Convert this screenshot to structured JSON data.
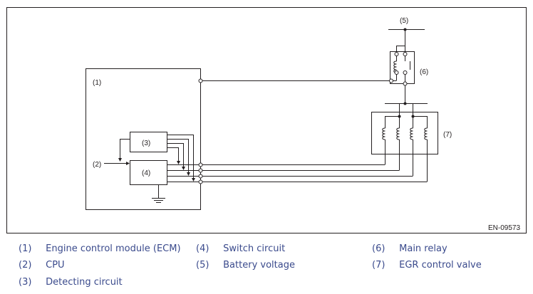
{
  "diagram": {
    "figure_id": "EN-09573",
    "callouts": {
      "ecm": "(1)",
      "cpu": "(2)",
      "detecting": "(3)",
      "switch": "(4)",
      "battery": "(5)",
      "relay": "(6)",
      "egr": "(7)"
    }
  },
  "legend": [
    {
      "num": "(1)",
      "text": "Engine control module (ECM)"
    },
    {
      "num": "(2)",
      "text": "CPU"
    },
    {
      "num": "(3)",
      "text": "Detecting circuit"
    },
    {
      "num": "(4)",
      "text": "Switch circuit"
    },
    {
      "num": "(5)",
      "text": "Battery voltage"
    },
    {
      "num": "(6)",
      "text": "Main relay"
    },
    {
      "num": "(7)",
      "text": "EGR control valve"
    }
  ],
  "colors": {
    "line": "#231f20",
    "legend_text": "#3a4a8c"
  }
}
